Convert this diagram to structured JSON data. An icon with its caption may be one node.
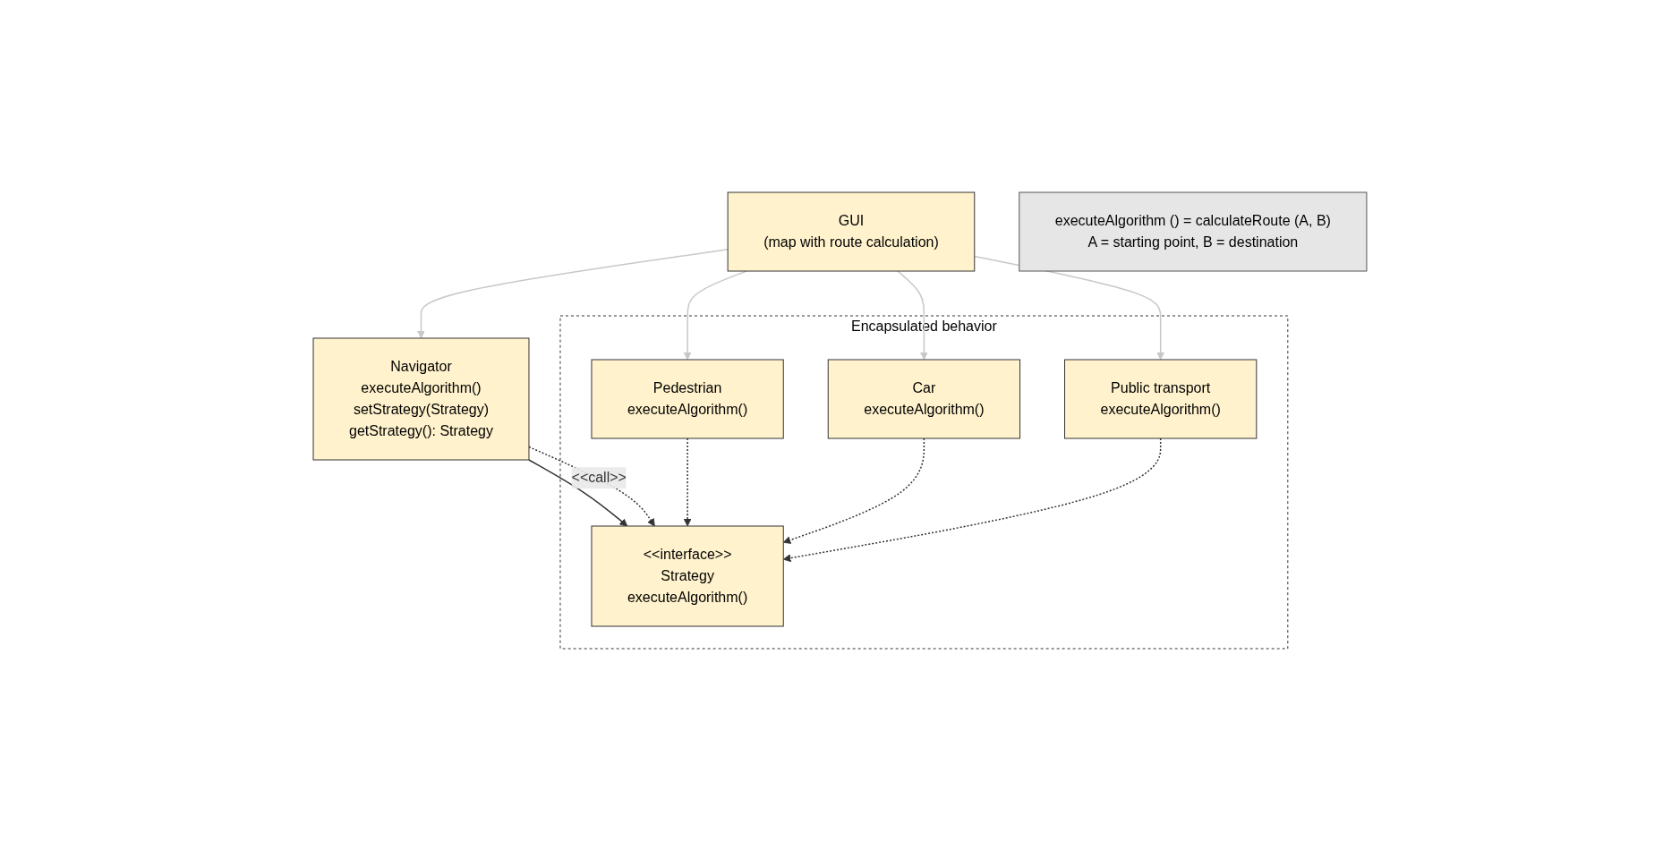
{
  "diagram": {
    "nodes": [
      {
        "text": [
          "executeAlgorithm () = calculateRoute (A, B)",
          "A = starting point, B = destination"
        ]
      },
      {
        "text": [
          "Encapsulated behavior"
        ]
      },
      {
        "text": [
          "Navigator",
          "executeAlgorithm()",
          "setStrategy(Strategy)",
          "getStrategy(): Strategy"
        ]
      },
      {
        "text": [
          "<<interface>>",
          "Strategy",
          "executeAlgorithm()"
        ],
        "in": 1
      },
      {
        "text": [
          "Pedestrian",
          "executeAlgorithm()"
        ],
        "in": 1
      },
      {
        "text": [
          "Car",
          "executeAlgorithm()"
        ],
        "in": 1
      },
      {
        "text": [
          "Public transport",
          "executeAlgorithm()"
        ],
        "in": 1
      },
      {
        "text": [
          "GUI",
          "(map with route calculation)"
        ]
      }
    ],
    "edges": [
      {
        "from": 2,
        "to": 3,
        "arrow": "to"
      },
      {
        "from": 2,
        "to": 3,
        "arrow": "to",
        "label": "<<call>>",
        "style": "dashed"
      },
      {
        "from": 4,
        "to": 3,
        "arrow": "to",
        "style": "dashed"
      },
      {
        "from": 5,
        "to": 3,
        "arrow": "to",
        "style": "dashed"
      },
      {
        "from": 6,
        "to": 3,
        "arrow": "to",
        "style": "dashed"
      },
      {
        "from": 7,
        "to": 2,
        "arrow": "to",
        "color": "#c8c8c8"
      },
      {
        "from": 7,
        "to": 4,
        "arrow": "to",
        "color": "#c8c8c8"
      },
      {
        "from": 7,
        "to": 5,
        "arrow": "to",
        "color": "#c8c8c8"
      },
      {
        "from": 7,
        "to": 6,
        "arrow": "to",
        "color": "#c8c8c8"
      }
    ]
  }
}
